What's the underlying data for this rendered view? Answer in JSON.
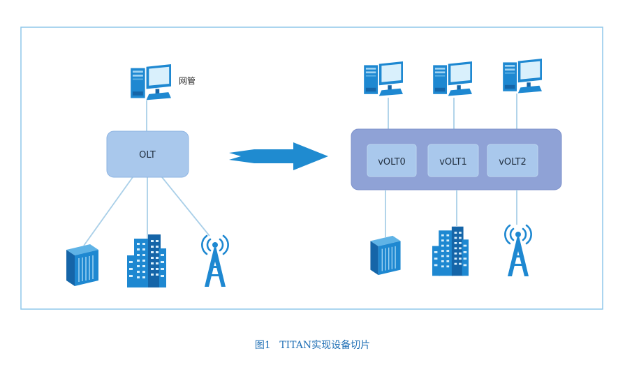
{
  "figure": {
    "caption_number": "图1",
    "caption_text": "TITAN实现设备切片"
  },
  "left": {
    "management_label": "网管",
    "olt_label": "OLT"
  },
  "right": {
    "volts": [
      "vOLT0",
      "vOLT1",
      "vOLT2"
    ]
  },
  "colors": {
    "frame": "#8fc7ea",
    "olt_fill": "#a9c8ec",
    "group_fill": "#8fa2d6",
    "volt_fill": "#a9c8ec",
    "arrow": "#1f8bd0",
    "icon": "#1e88d1",
    "caption": "#1f6fb5"
  },
  "icons": [
    "computer-icon",
    "server-icon",
    "building-icon",
    "antenna-tower-icon",
    "right-arrow-icon"
  ]
}
